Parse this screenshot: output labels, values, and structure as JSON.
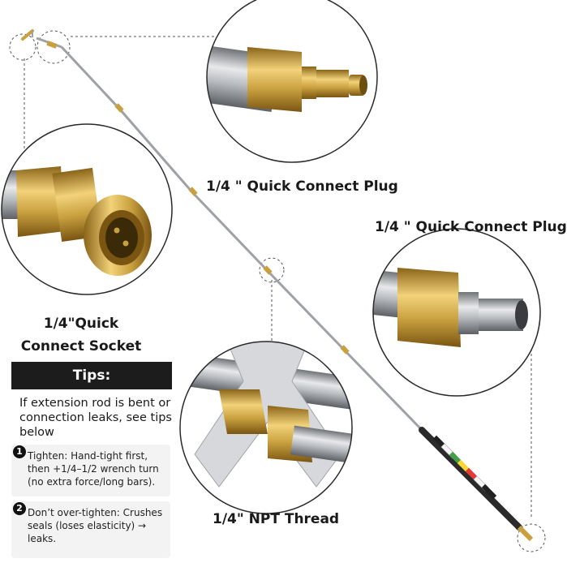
{
  "labels": {
    "plug_top": "1/4 \" Quick Connect Plug",
    "plug_right": "1/4 \" Quick Connect Plug",
    "socket": "1/4\"Quick Connect Socket",
    "npt": "1/4\" NPT Thread"
  },
  "tips": {
    "header": "Tips:",
    "intro": "If extension rod is bent or connection leaks, see tips below",
    "items": [
      {
        "number": "1",
        "text": "Tighten: Hand-tight first, then +1/4–1/2 wrench turn (no extra force/long bars)."
      },
      {
        "number": "2",
        "text": "Don’t over-tighten: Crushes seals (loses elasticity) → leaks."
      }
    ]
  },
  "colors": {
    "brass": "#c9a03f",
    "steel": "#a9acb0",
    "tips_header_bg": "#1c1c1c",
    "nozzle_red": "#e53935",
    "nozzle_yellow": "#fdd835",
    "nozzle_green": "#43a047",
    "nozzle_white": "#f5f5f5",
    "nozzle_black": "#212121",
    "dashed_line": "#555555"
  }
}
